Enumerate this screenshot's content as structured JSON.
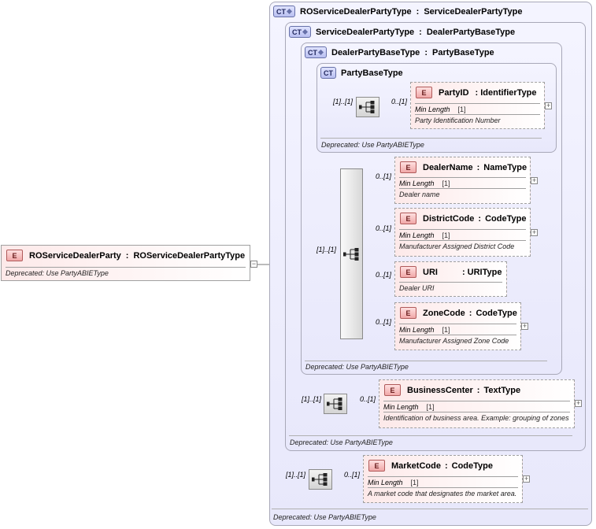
{
  "root": {
    "tag": "E",
    "name": "ROServiceDealerParty",
    "type": "ROServiceDealerPartyType",
    "doc": "Deprecated: Use PartyABIEType"
  },
  "outer_ct": {
    "tag": "CT",
    "name": "ROServiceDealerPartyType",
    "base": "ServiceDealerPartyType",
    "doc": "Deprecated: Use PartyABIEType"
  },
  "service_ct": {
    "tag": "CT",
    "name": "ServiceDealerPartyType",
    "base": "DealerPartyBaseType",
    "doc": "Deprecated: Use PartyABIEType"
  },
  "dealer_ct": {
    "tag": "CT",
    "name": "DealerPartyBaseType",
    "base": "PartyBaseType",
    "doc": "Deprecated: Use PartyABIEType"
  },
  "party_ct": {
    "tag": "CT",
    "name": "PartyBaseType",
    "doc": "Deprecated: Use PartyABIEType"
  },
  "separator": ":",
  "cardinalities": {
    "party_seq": "[1]..[1]",
    "party_id": "0..[1]",
    "dealer_seq": "[1]..[1]",
    "dealer_name": "0..[1]",
    "district_code": "0..[1]",
    "uri": "0..[1]",
    "zone_code": "0..[1]",
    "business_seq": "[1]..[1]",
    "business_center": "0..[1]",
    "market_seq": "[1]..[1]",
    "market_code": "0..[1]"
  },
  "elements": {
    "party_id": {
      "tag": "E",
      "name": "PartyID",
      "type": "IdentifierType",
      "facet_label": "Min Length",
      "facet_value": "[1]",
      "doc": "Party Identification Number"
    },
    "dealer_name": {
      "tag": "E",
      "name": "DealerName",
      "type": "NameType",
      "facet_label": "Min Length",
      "facet_value": "[1]",
      "doc": "Dealer name"
    },
    "district_code": {
      "tag": "E",
      "name": "DistrictCode",
      "type": "CodeType",
      "facet_label": "Min Length",
      "facet_value": "[1]",
      "doc": "Manufacturer Assigned District Code"
    },
    "uri": {
      "tag": "E",
      "name": "URI",
      "type": "URIType",
      "doc": "Dealer URI"
    },
    "zone_code": {
      "tag": "E",
      "name": "ZoneCode",
      "type": "CodeType",
      "facet_label": "Min Length",
      "facet_value": "[1]",
      "doc": "Manufacturer Assigned Zone Code"
    },
    "business_center": {
      "tag": "E",
      "name": "BusinessCenter",
      "type": "TextType",
      "facet_label": "Min Length",
      "facet_value": "[1]",
      "doc": "Identification of business area. Example: grouping of zones"
    },
    "market_code": {
      "tag": "E",
      "name": "MarketCode",
      "type": "CodeType",
      "facet_label": "Min Length",
      "facet_value": "[1]",
      "doc": "A market code that designates the market area."
    }
  },
  "icons": {
    "expand": "plus-expand-icon",
    "sequence": "sequence-compositor-icon"
  },
  "colors": {
    "ct_fill": "#e8e8fb",
    "element_fill": "#fde9e9",
    "tag_border": "#6670a8"
  }
}
